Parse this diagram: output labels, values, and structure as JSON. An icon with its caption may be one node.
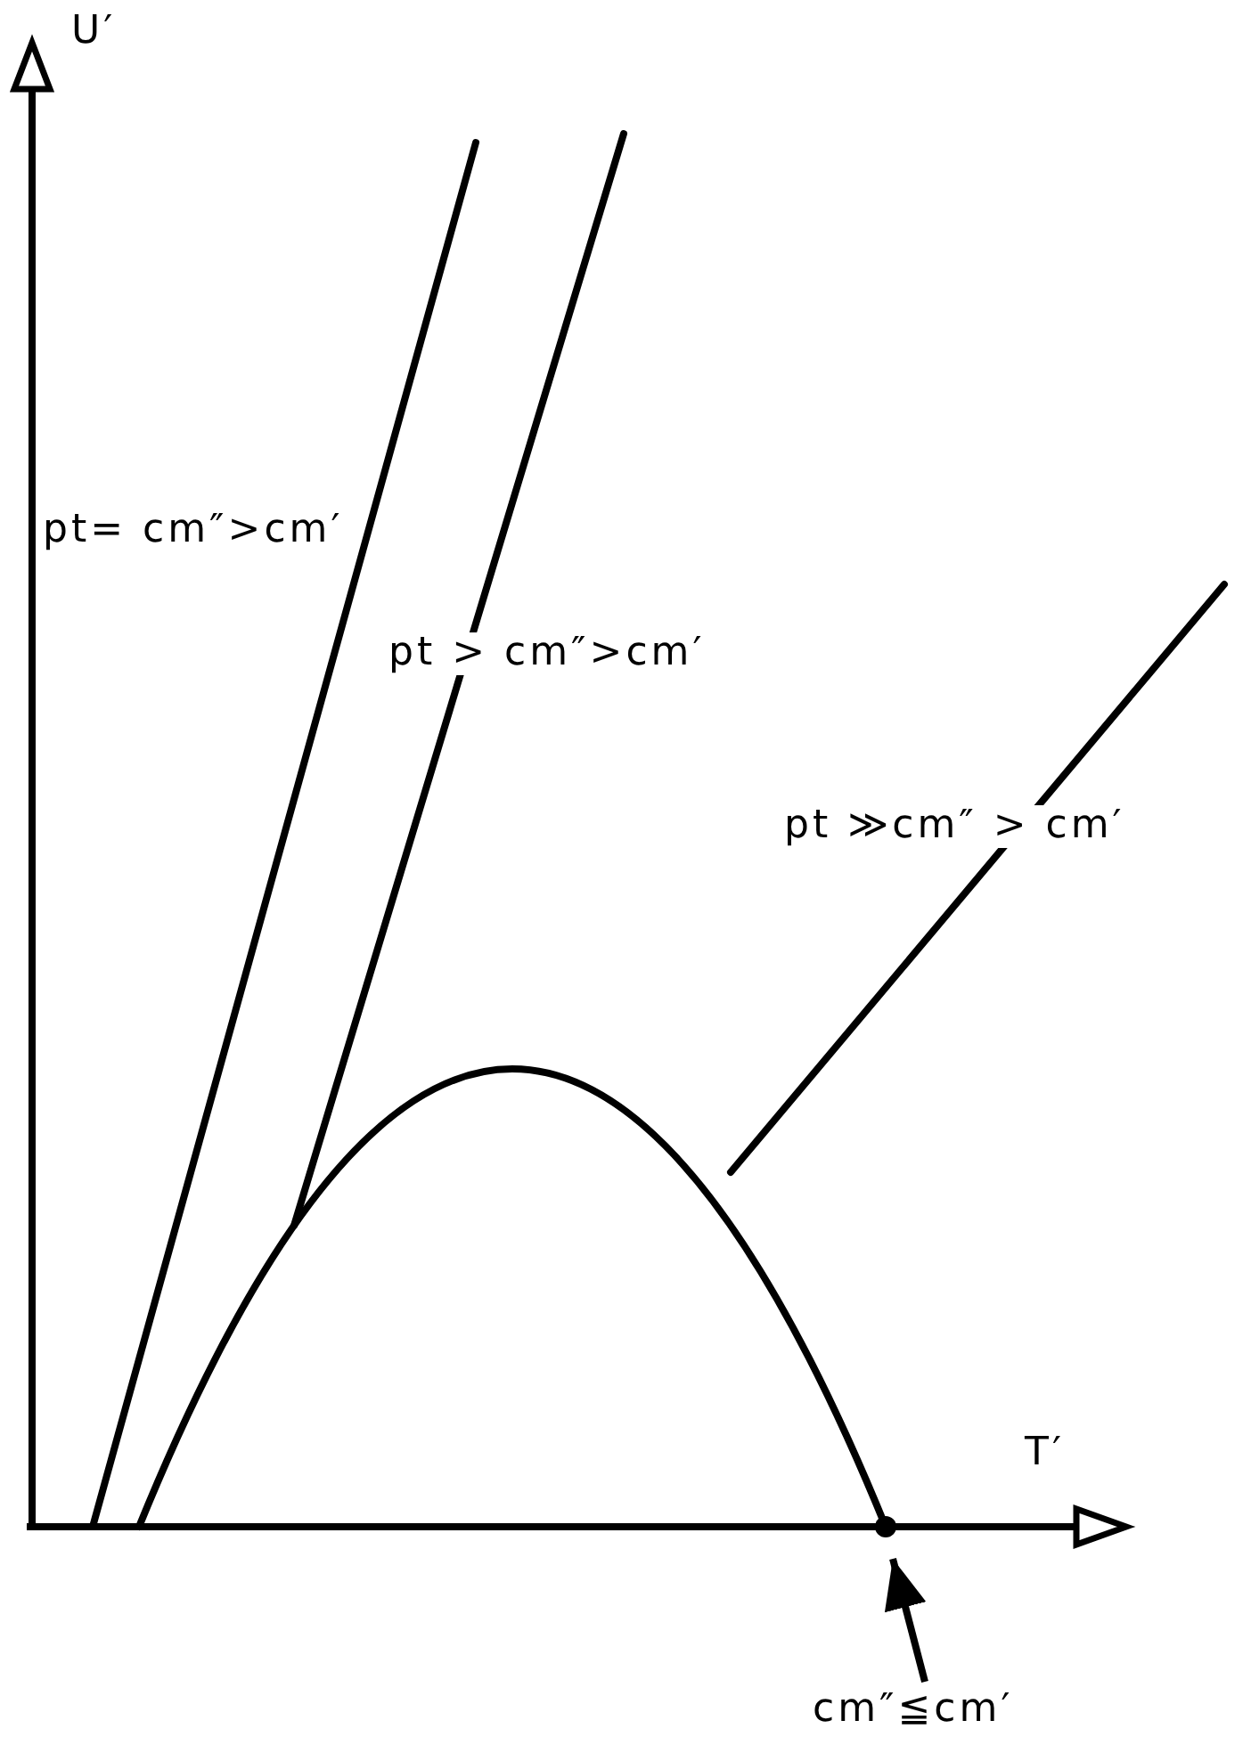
{
  "diagram": {
    "nodes": [
      {
        "text": [
          "cm″≦cm′"
        ]
      },
      {
        "text": [],
        "shape": "circle"
      }
    ],
    "edges": [
      {
        "from": 0,
        "to": 1,
        "arrow": "to"
      }
    ],
    "labels": [
      "U′",
      "pt= cm″>cm′",
      "pt > cm″>cm′",
      "pt ≫cm″ > cm′",
      "T′"
    ]
  }
}
